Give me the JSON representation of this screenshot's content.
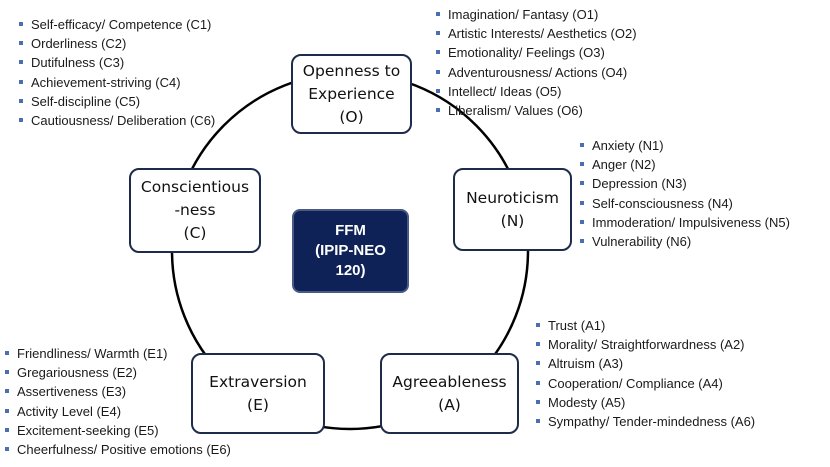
{
  "center": {
    "line1": "FFM",
    "line2": "(IPIP-NEO",
    "line3": "120)"
  },
  "nodes": {
    "openness": {
      "line1": "Openness to",
      "line2": "Experience",
      "line3": "(O)"
    },
    "neuroticism": {
      "line1": "Neuroticism",
      "line2": "(N)"
    },
    "agreeableness": {
      "line1": "Agreeableness",
      "line2": "(A)"
    },
    "extraversion": {
      "line1": "Extraversion",
      "line2": "(E)"
    },
    "conscientiousness": {
      "line1": "Conscientious",
      "line2": "-ness",
      "line3": "(C)"
    }
  },
  "facets": {
    "openness": [
      "Imagination/ Fantasy (O1)",
      "Artistic Interests/ Aesthetics (O2)",
      "Emotionality/ Feelings (O3)",
      "Adventurousness/ Actions (O4)",
      "Intellect/ Ideas (O5)",
      "Liberalism/ Values (O6)"
    ],
    "conscientiousness": [
      "Self-efficacy/ Competence (C1)",
      "Orderliness (C2)",
      "Dutifulness (C3)",
      "Achievement-striving (C4)",
      "Self-discipline (C5)",
      "Cautiousness/ Deliberation (C6)"
    ],
    "neuroticism": [
      "Anxiety (N1)",
      "Anger (N2)",
      "Depression (N3)",
      "Self-consciousness (N4)",
      "Immoderation/ Impulsiveness (N5)",
      "Vulnerability (N6)"
    ],
    "agreeableness": [
      "Trust (A1)",
      "Morality/ Straightforwardness (A2)",
      "Altruism (A3)",
      "Cooperation/ Compliance (A4)",
      "Modesty (A5)",
      "Sympathy/ Tender-mindedness (A6)"
    ],
    "extraversion": [
      "Friendliness/ Warmth (E1)",
      "Gregariousness (E2)",
      "Assertiveness (E3)",
      "Activity Level (E4)",
      "Excitement-seeking (E5)",
      "Cheerfulness/ Positive emotions (E6)"
    ]
  },
  "colors": {
    "center_fill": "#0f2257",
    "node_border": "#1e2b4a",
    "bullet": "#4a6fb0",
    "ring": "#000000"
  }
}
